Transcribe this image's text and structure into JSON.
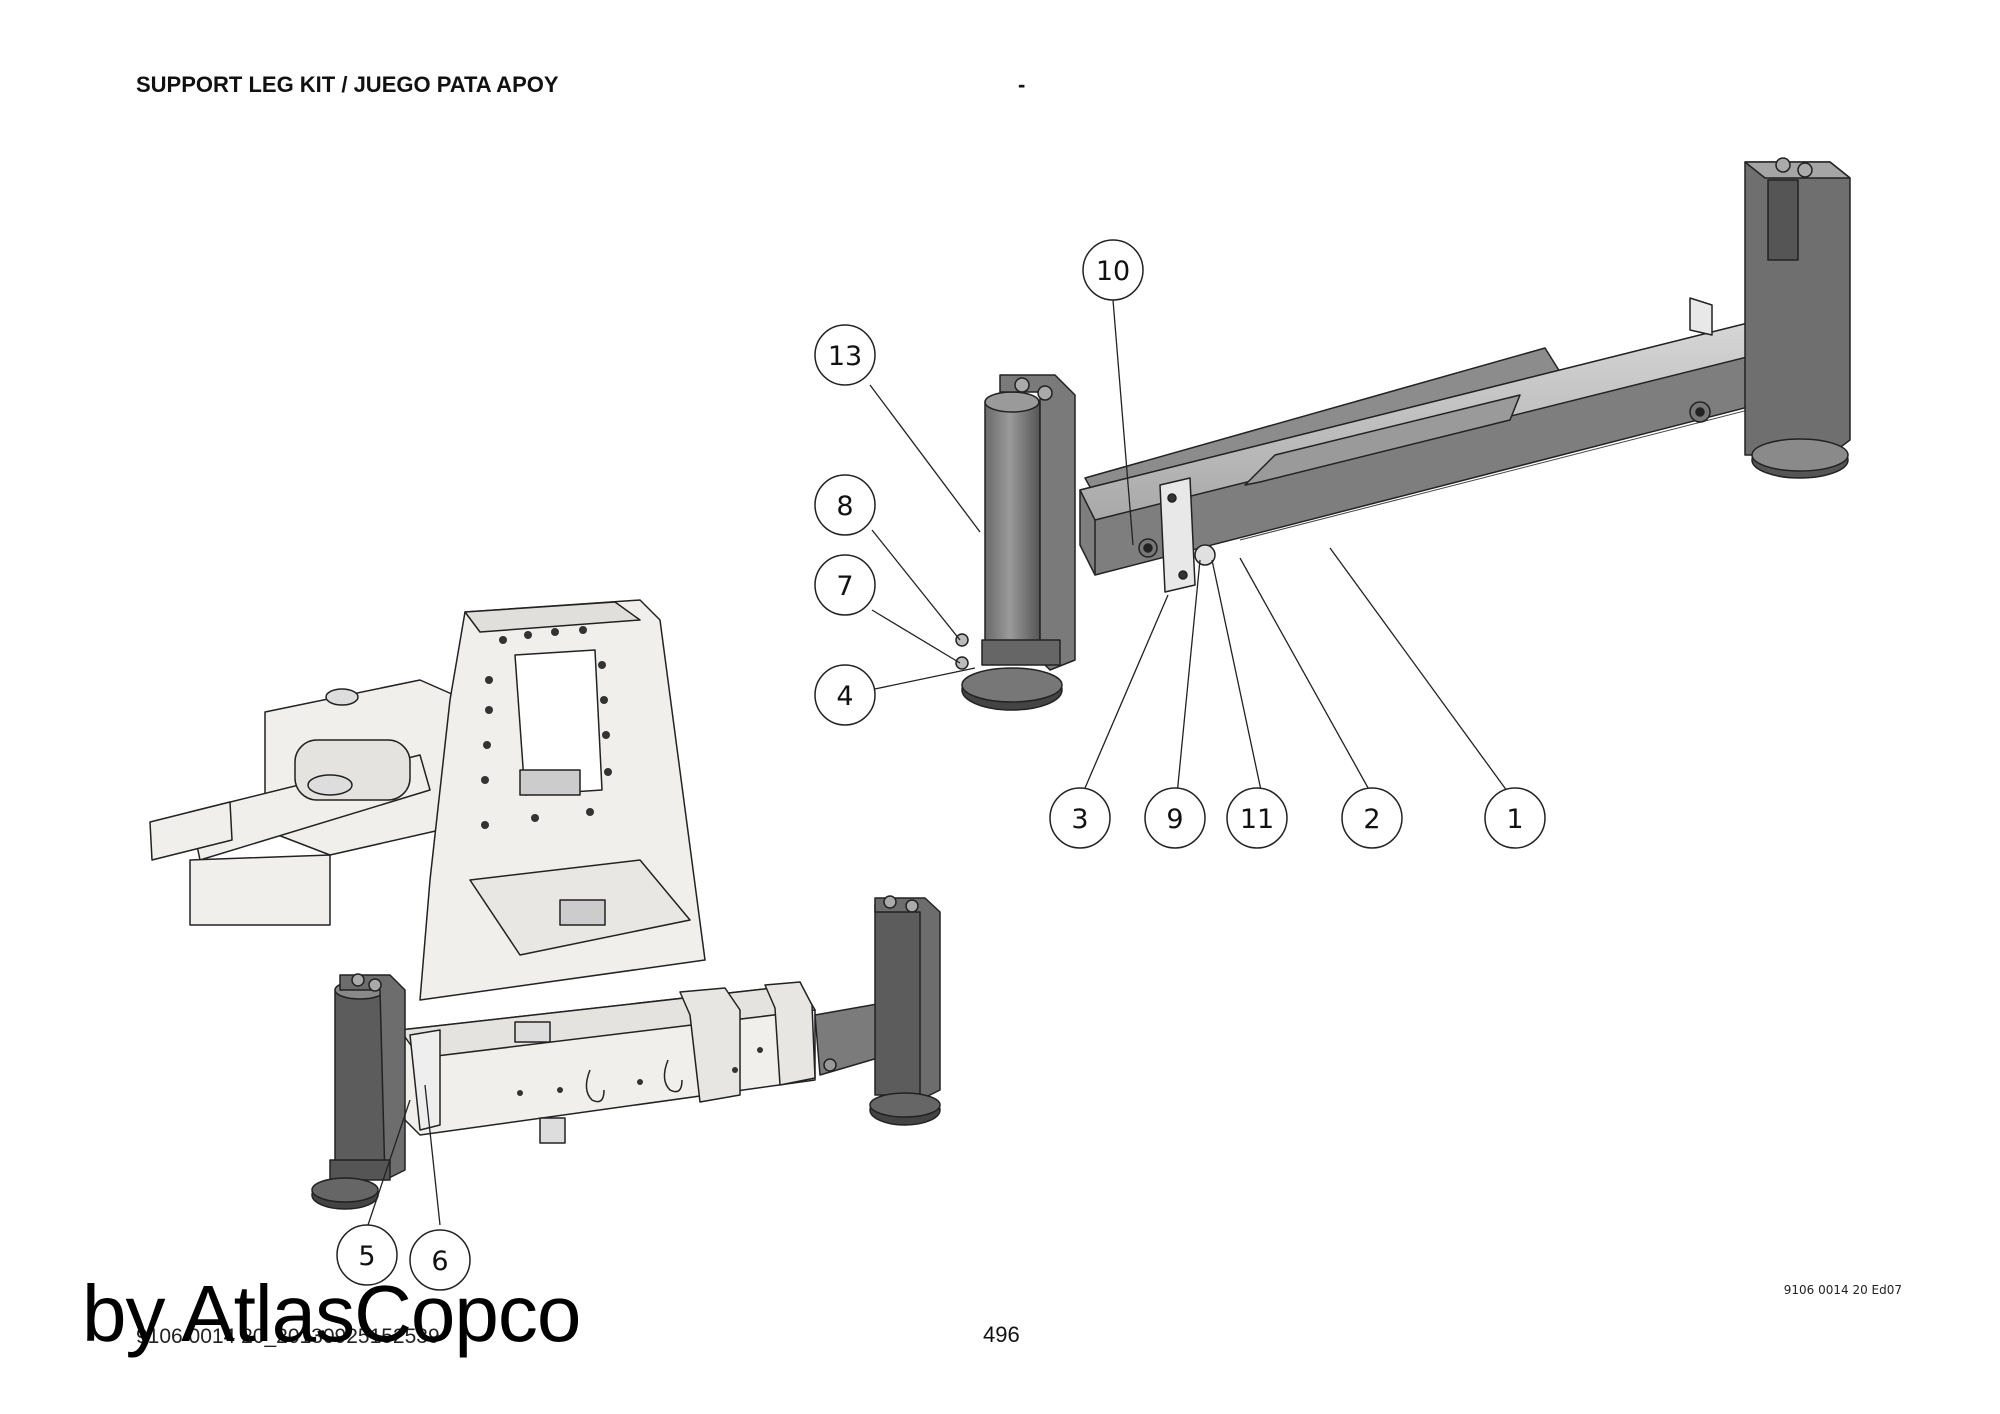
{
  "header": {
    "title": "SUPPORT LEG KIT / JUEGO PATA APOY",
    "dash": "-"
  },
  "footer": {
    "reference": "9106 0014 20 Ed07",
    "page_number": "496",
    "file_id": "9106 0014 20_20130925152539"
  },
  "watermark": "by AtlasCopco",
  "callouts": [
    "10",
    "13",
    "8",
    "7",
    "4",
    "3",
    "9",
    "11",
    "2",
    "1",
    "5",
    "6"
  ]
}
